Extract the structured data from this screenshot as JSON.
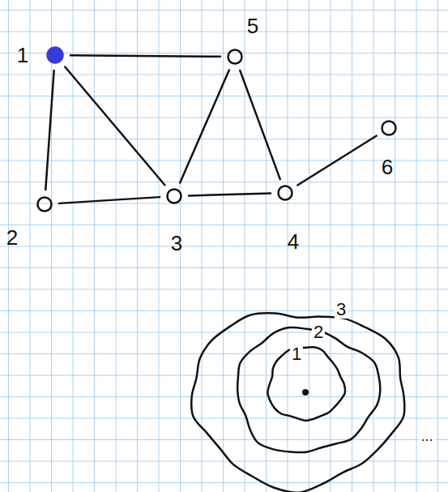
{
  "diagram": {
    "nodes": [
      {
        "text": [
          "1"
        ]
      },
      {
        "text": [
          "5"
        ]
      },
      {
        "text": [
          "6"
        ]
      },
      {
        "text": [
          "2"
        ]
      },
      {
        "text": [
          "3"
        ]
      },
      {
        "text": [
          "4"
        ]
      }
    ],
    "edges": [
      {
        "from": 0,
        "to": 1,
        "arrow": "none"
      },
      {
        "from": 0,
        "to": 3,
        "arrow": "none"
      },
      {
        "from": 0,
        "to": 4,
        "arrow": "none"
      },
      {
        "from": 1,
        "to": 4,
        "arrow": "none"
      },
      {
        "from": 1,
        "to": 5,
        "arrow": "none"
      },
      {
        "from": 5,
        "to": 2,
        "arrow": "none"
      },
      {
        "from": 3,
        "to": 4,
        "arrow": "none"
      },
      {
        "from": 4,
        "to": 5,
        "arrow": "none"
      }
    ],
    "labels": [
      "1",
      "2",
      "3",
      "..."
    ]
  }
}
